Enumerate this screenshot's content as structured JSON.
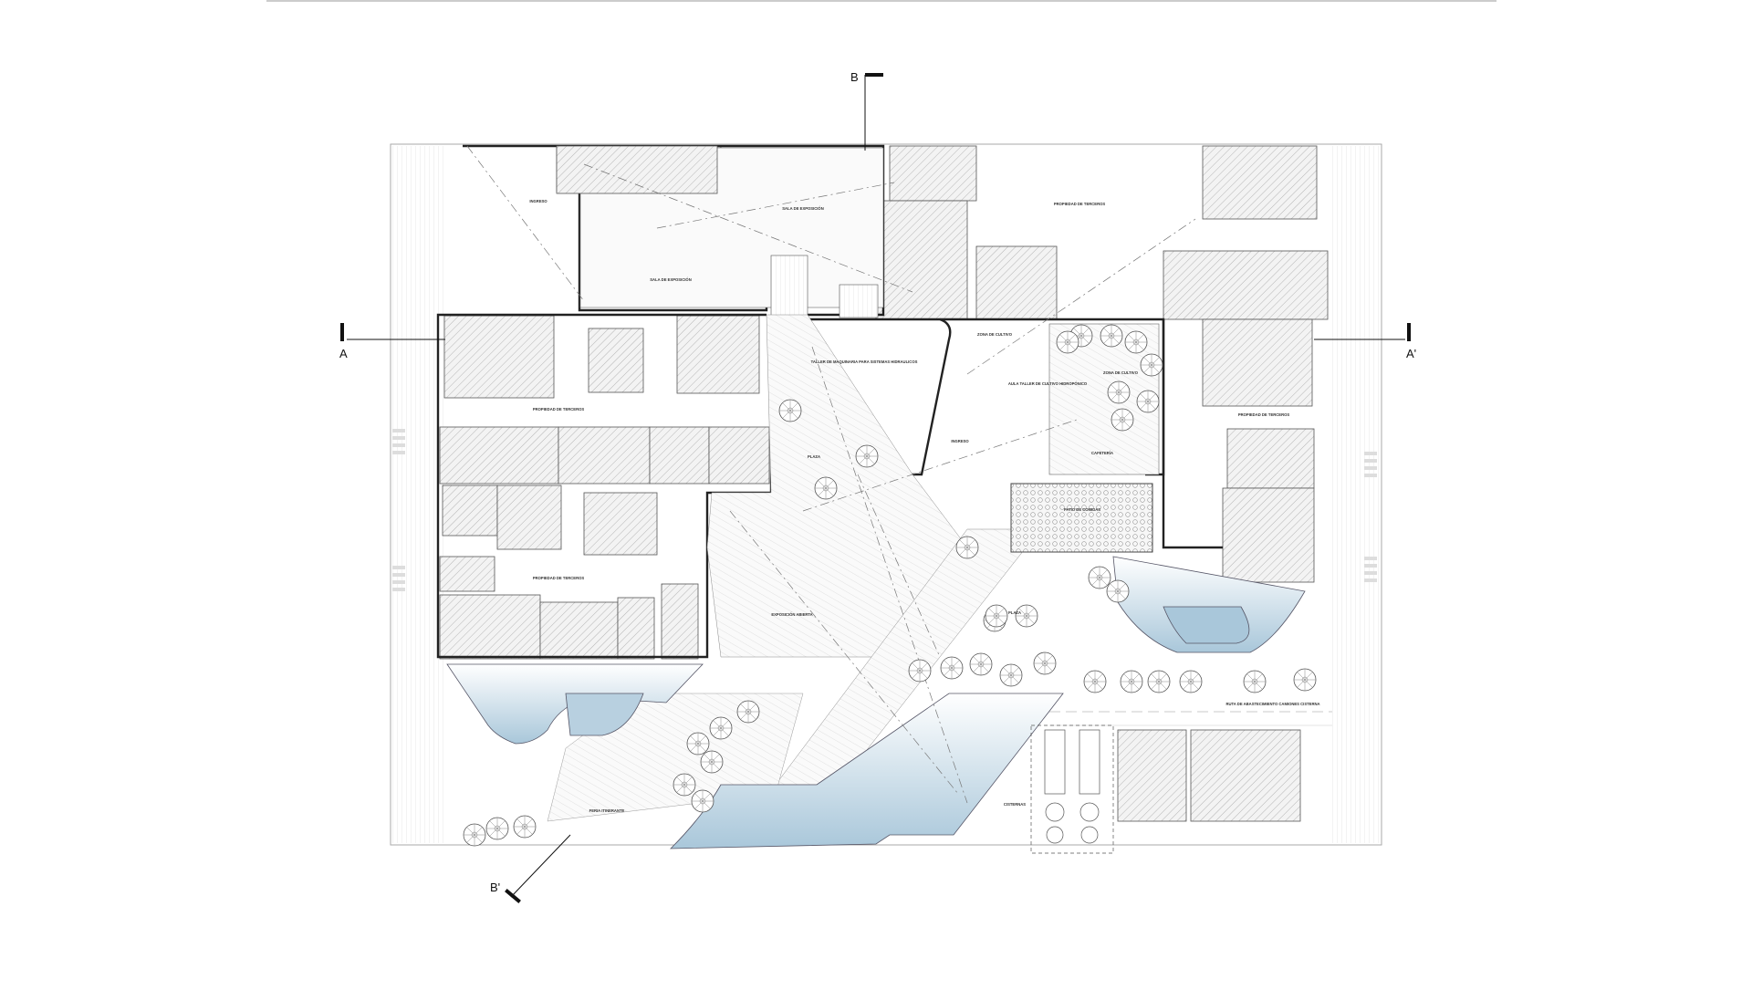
{
  "sections": {
    "a_left": "A",
    "a_right": "A'",
    "b_top": "B",
    "b_bottom": "B'"
  },
  "labels": {
    "ingreso_top": "INGRESO",
    "sala_exposicion_1": "SALA DE EXPOSICIÓN",
    "sala_exposicion_2": "SALA DE EXPOSICIÓN",
    "propiedad_top": "PROPIEDAD DE TERCEROS",
    "propiedad_mid_left": "PROPIEDAD DE TERCEROS",
    "propiedad_low_left": "PROPIEDAD DE TERCEROS",
    "propiedad_right": "PROPIEDAD DE TERCEROS",
    "taller": "TALLER DE MAQUINARIA PARA SISTEMAS HIDRAULICOS",
    "zona_cultivo_1": "ZONA DE CULTIVO",
    "zona_cultivo_2": "ZONA DE CULTIVO",
    "aula_taller": "AULA TALLER DE CULTIVO HIDROPÓNICO",
    "plaza_1": "PLAZA",
    "plaza_2": "PLAZA",
    "ingreso_mid": "INGRESO",
    "cafeteria": "CAFETERÍA",
    "patio_comidas": "PATIO DE COMIDAS",
    "exposicion_abierta": "EXPOSICIÓN ABIERTA",
    "ruta": "RUTA DE ABASTECIMIENTO CAMIONES CISTERNA",
    "cisternas": "CISTERNAS",
    "feria": "FERIA ITINERANTE"
  },
  "colors": {
    "water": "#b9d2e2",
    "building_fill": "#efefef",
    "line": "#3a3a3a"
  }
}
